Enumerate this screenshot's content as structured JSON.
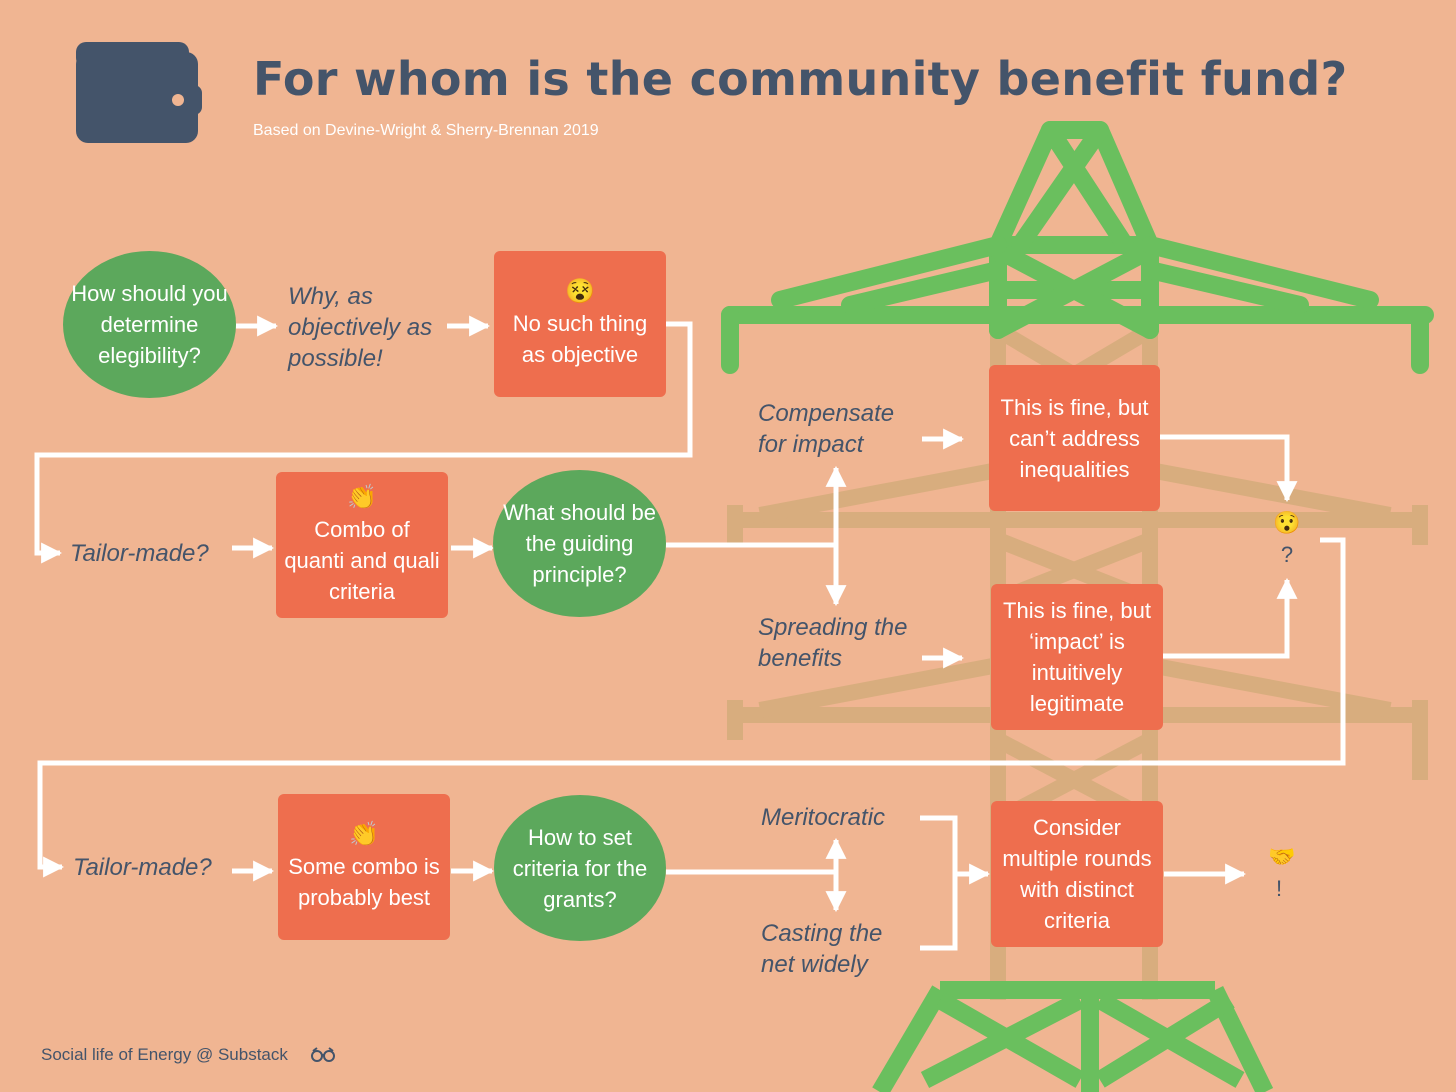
{
  "title": "For whom is the community benefit fund?",
  "subtitle": "Based on Devine-Wright & Sherry-Brennan 2019",
  "footer": "Social life of Energy @ Substack",
  "colors": {
    "background": "#f0b592",
    "title": "#44546a",
    "green": "#5ca85c",
    "orange": "#ee6e4e",
    "tower": "#6abf5e",
    "arrows": "#ffffff"
  },
  "icons": {
    "header": "wallet-icon",
    "footer": "glasses-icon"
  },
  "row1": {
    "question": "How should you determine elegibility?",
    "answer": "Why, as objectively as possible!",
    "response_icon": "😵",
    "response": "No such thing as objective"
  },
  "row2": {
    "option": "Tailor-made?",
    "suggestion_icon": "👏",
    "suggestion": "Combo of quanti and quali criteria",
    "question": "What should be the guiding principle?",
    "branch_a": "Compensate for impact",
    "branch_b": "Spreading the benefits",
    "result_a": "This is fine, but can’t address inequalities",
    "result_b": "This is fine, but ‘impact’ is intuitively legitimate",
    "end_icon": "😯",
    "end_mark": "?"
  },
  "row3": {
    "option": "Tailor-made?",
    "suggestion_icon": "👏",
    "suggestion": "Some combo is probably best",
    "question": "How to set criteria for the grants?",
    "branch_a": "Meritocratic",
    "branch_b": "Casting the net widely",
    "result": "Consider multiple rounds with distinct criteria",
    "end_icon": "🤝",
    "end_mark": "!"
  }
}
